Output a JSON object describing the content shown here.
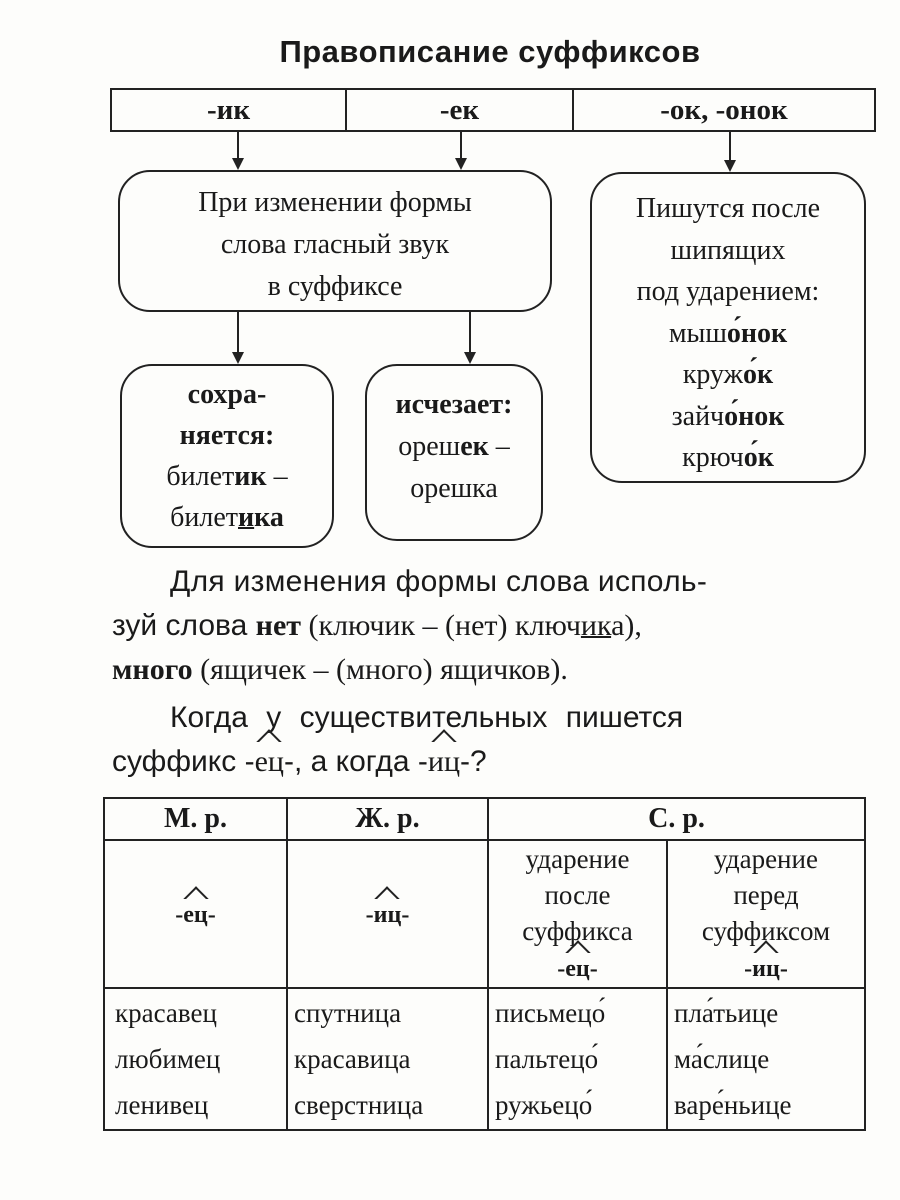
{
  "title": "Правописание суффиксов",
  "suffixes": [
    "-ик",
    "-ек",
    "-ок, -онок"
  ],
  "box_main": [
    "При изменении формы",
    "слова гласный звук",
    "в суффиксе"
  ],
  "box_right": {
    "lines": [
      "Пишутся после",
      "шипящих",
      "под ударением:"
    ],
    "examples": [
      {
        "stem": "мыш",
        "suffix": "о́нок"
      },
      {
        "stem": "круж",
        "suffix": "о́к"
      },
      {
        "stem": "зайч",
        "suffix": "о́нок"
      },
      {
        "stem": "крюч",
        "suffix": "о́к"
      }
    ]
  },
  "box_keeps": {
    "head1": "сохра-",
    "head2": "няется:",
    "ex1_stem": "билет",
    "ex1_suf": "ик",
    "dash": " –",
    "ex2_stem": "билет",
    "ex2_u": "и",
    "ex2_suf": "ка"
  },
  "box_disappears": {
    "head": "исчезает:",
    "ex1_stem": "ореш",
    "ex1_suf": "ек",
    "dash": " –",
    "ex2": "орешка"
  },
  "paragraph1": {
    "l1": "Для изменения формы слова исполь-",
    "l2a": "зуй слова ",
    "l2b": "нет",
    "l2c": " (ключик – (нет) ключ",
    "l2d": "ик",
    "l2e": "а),",
    "l3a": "много",
    "l3b": " (ящичек – (много) ящичков)."
  },
  "paragraph2": {
    "l1": "Когда у существительных пишется",
    "l2a": "суффикс -",
    "l2b": "ец",
    "l2c": "-, а когда -",
    "l2d": "иц",
    "l2e": "-?"
  },
  "table": {
    "headers": [
      "М. р.",
      "Ж. р.",
      "С. р."
    ],
    "m_suffix": "-ец-",
    "f_suffix": "-иц-",
    "n1": {
      "text": [
        "ударение",
        "после",
        "суффикса"
      ],
      "suffix": "-ец-"
    },
    "n2": {
      "text": [
        "ударение",
        "перед",
        "суффиксом"
      ],
      "suffix": "-иц-"
    },
    "columns": [
      [
        "красавец",
        "любимец",
        "ленивец"
      ],
      [
        "спутница",
        "красавица",
        "сверстница"
      ],
      [
        "письмецо́",
        "пальтецо́",
        "ружьецо́"
      ],
      [
        "пла́тьице",
        "ма́слице",
        "варе́ньице"
      ]
    ]
  }
}
